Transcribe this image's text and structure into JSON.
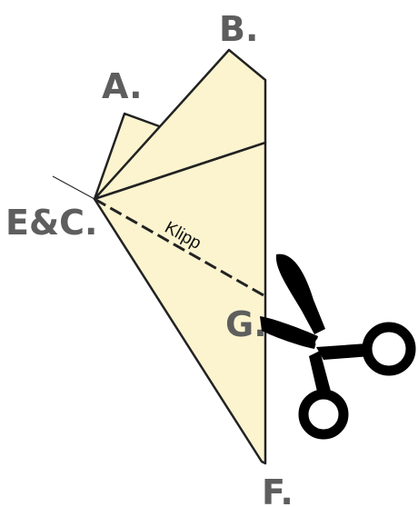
{
  "labels": {
    "a": "A.",
    "b": "B.",
    "ec": "E&C.",
    "g": "G.",
    "f": "F."
  },
  "cut_label": "Klipp",
  "colors": {
    "paper": "#fbf4cf",
    "outline": "#222222",
    "label": "#5e5e5e",
    "scissors": "#000000"
  },
  "icons": [
    "scissors-icon"
  ]
}
